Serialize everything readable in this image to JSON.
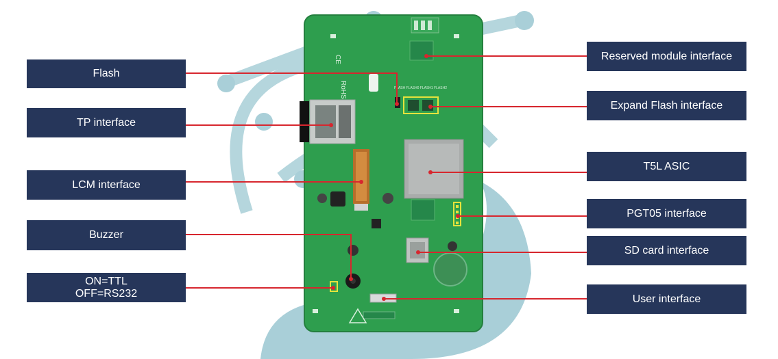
{
  "colors": {
    "label_background": "#26365a",
    "leader_line": "#d7262e",
    "board_green": "#2e9e4e",
    "watermark": "#a9cfd8"
  },
  "board": {
    "silkscreen_badges": [
      "CE",
      "RoHS"
    ],
    "flash_labels": "FLASH FLASH0 FLASH1 FLASH2"
  },
  "labels": {
    "flash": "Flash",
    "tp_interface": "TP interface",
    "lcm_interface": "LCM interface",
    "buzzer": "Buzzer",
    "ttl_rs232": "ON=TTL\nOFF=RS232",
    "reserved_module_interface": "Reserved module interface",
    "expand_flash_interface": "Expand Flash interface",
    "t5l_asic": "T5L ASIC",
    "pgt05_interface": "PGT05 interface",
    "sd_card_interface": "SD card interface",
    "user_interface": "User interface"
  }
}
